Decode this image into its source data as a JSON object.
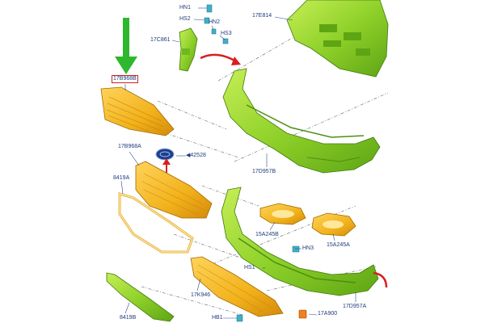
{
  "parts": {
    "grille_upper": "17B968B",
    "grille_lower": "17B968A",
    "emblem": "42528",
    "grille_frame": "8419A",
    "bracket": "17C861",
    "clip_hn1": "HN1",
    "clip_hs2": "HS2",
    "clip_hn2": "HN2",
    "clip_hs3": "HS3",
    "reinforcement": "17E814",
    "bumper_upper": "17D957B",
    "bezel_left": "15A245B",
    "bezel_right": "15A245A",
    "clip_hn3": "HN3",
    "clip_hs1": "HS1",
    "lower_grille": "17K946",
    "molding": "8419B",
    "clip_hb1": "HB1",
    "bracket_lower": "17A900",
    "bumper_lower": "17D957A"
  },
  "colors": {
    "part_yellow": "#f2b21c",
    "part_green": "#8fd12a",
    "arrow_green": "#2db82d",
    "arrow_red": "#d62020",
    "label_blue": "#1f3b7a",
    "clip_teal": "#3fb0c8",
    "emblem_blue": "#1d3f8f"
  },
  "icons": {
    "pointer": "down-arrow-icon",
    "emblem": "oval-badge-icon"
  }
}
